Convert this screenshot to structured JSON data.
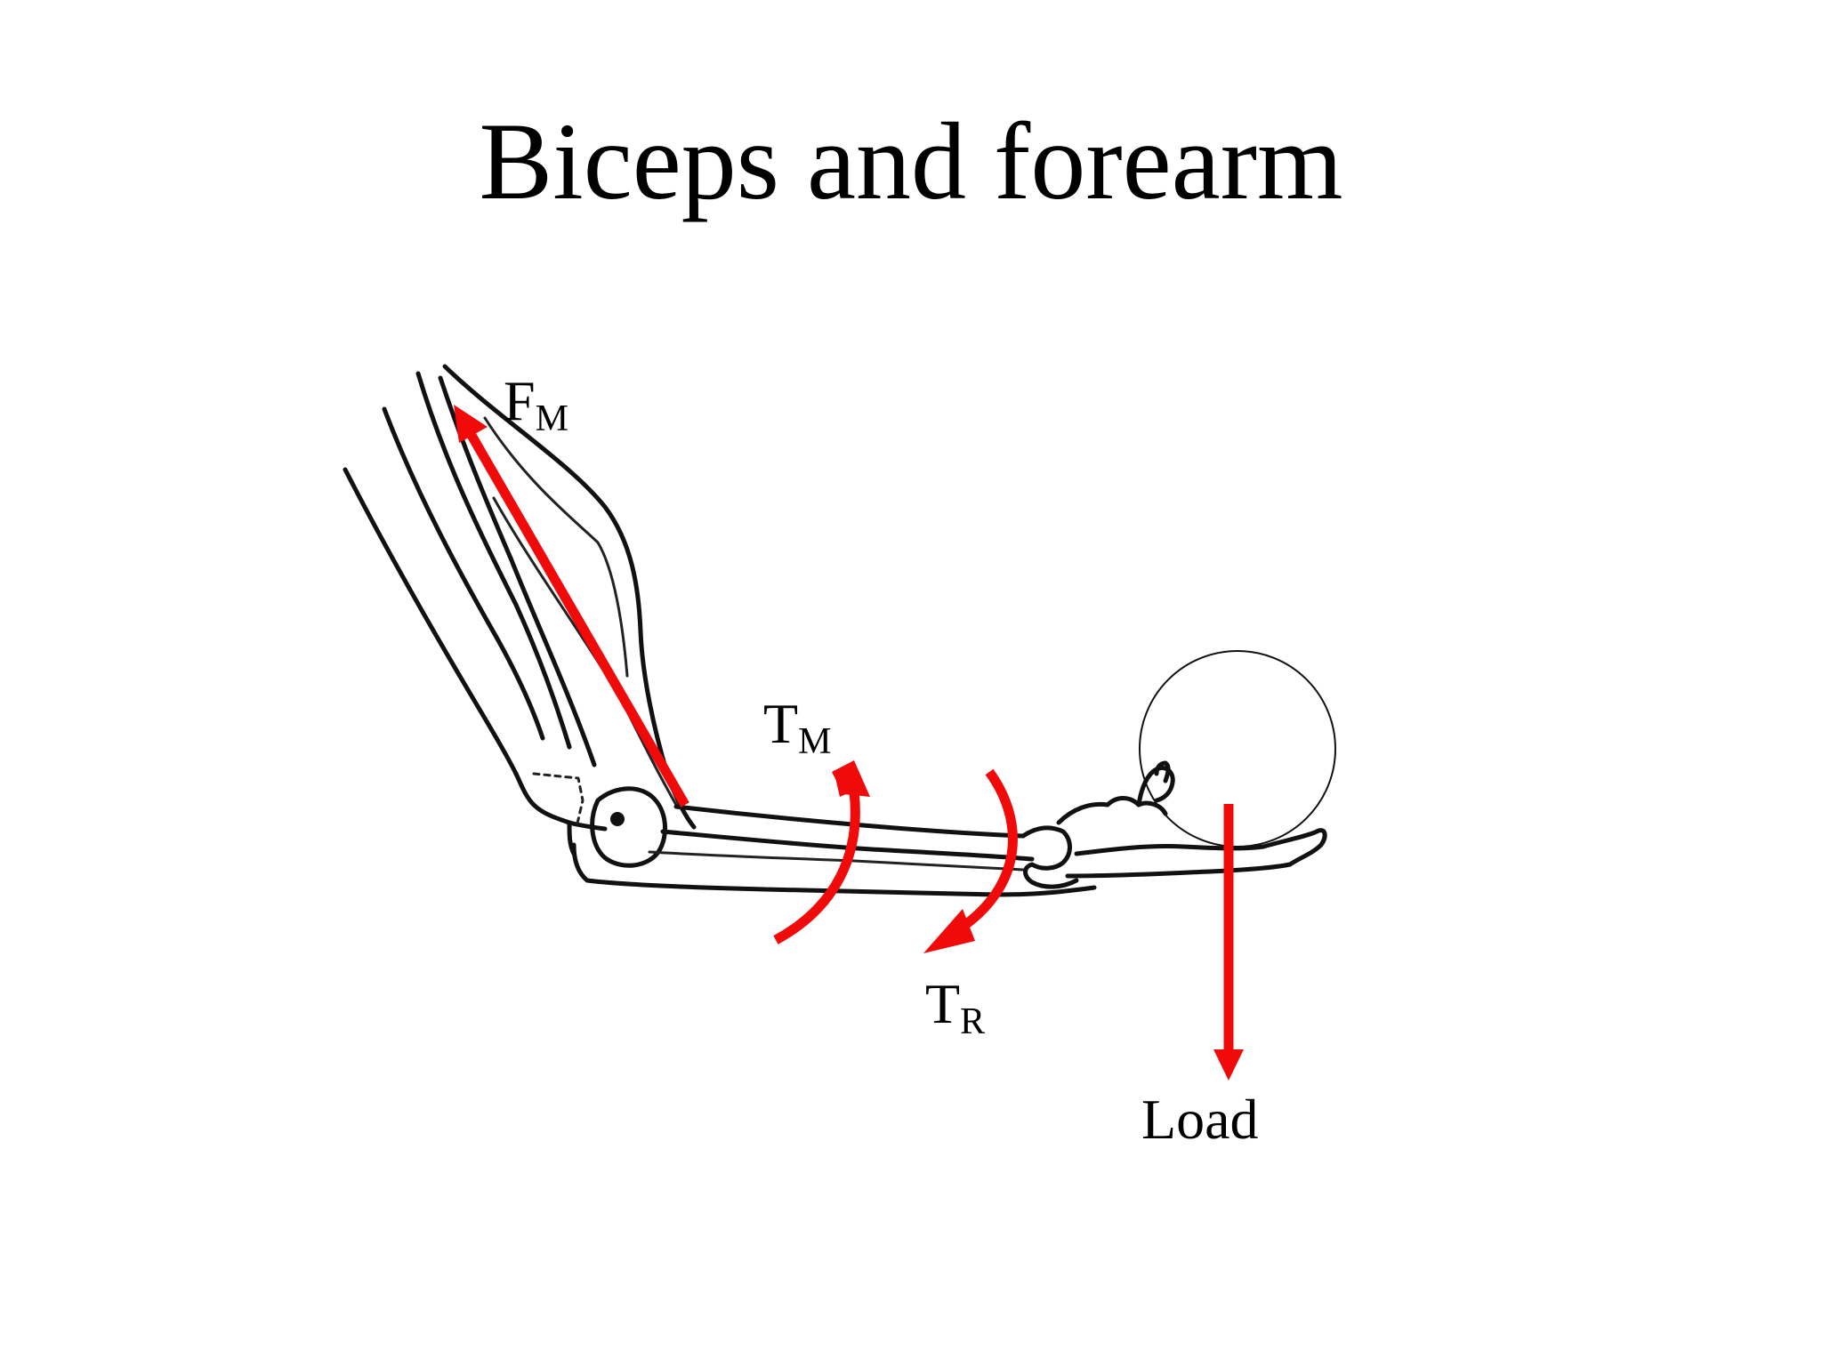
{
  "title": "Biceps and forearm",
  "labels": {
    "muscle_force": {
      "main": "F",
      "sub": "M"
    },
    "muscle_torque": {
      "main": "T",
      "sub": "M"
    },
    "resistance_torque": {
      "main": "T",
      "sub": "R"
    },
    "load": "Load"
  },
  "colors": {
    "vector": "#f00a0a",
    "sketch": "#111111",
    "background": "#ffffff"
  }
}
